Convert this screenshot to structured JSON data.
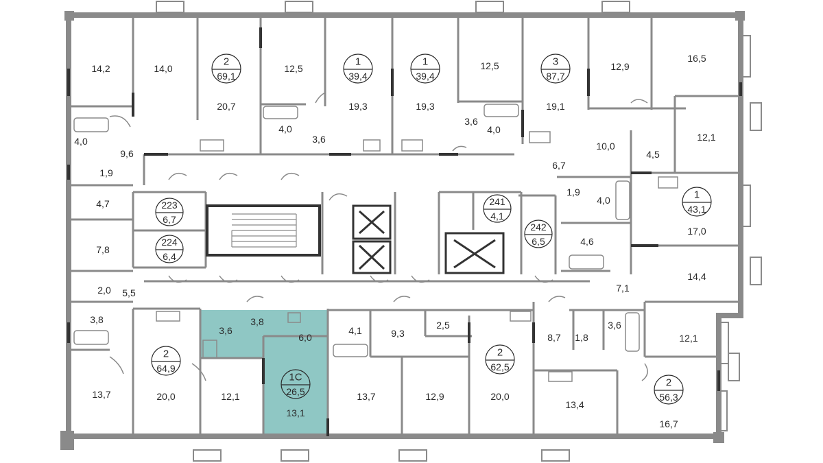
{
  "highlight_color": "#8fc7c4",
  "wall_color": "#8a8a8a",
  "apartments": [
    {
      "id": "apt-2-69",
      "rooms": "2",
      "area": "69,1"
    },
    {
      "id": "apt-1-39a",
      "rooms": "1",
      "area": "39,4"
    },
    {
      "id": "apt-1-39b",
      "rooms": "1",
      "area": "39,4"
    },
    {
      "id": "apt-3-87",
      "rooms": "3",
      "area": "87,7"
    },
    {
      "id": "apt-1-43",
      "rooms": "1",
      "area": "43,1"
    },
    {
      "id": "apt-2-64",
      "rooms": "2",
      "area": "64,9"
    },
    {
      "id": "apt-1c-26",
      "rooms": "1С",
      "area": "26,5"
    },
    {
      "id": "apt-2-62",
      "rooms": "2",
      "area": "62,5"
    },
    {
      "id": "apt-2-56",
      "rooms": "2",
      "area": "56,3"
    }
  ],
  "storage_units": [
    {
      "id": "st-223",
      "number": "223",
      "area": "6,7"
    },
    {
      "id": "st-224",
      "number": "224",
      "area": "6,4"
    },
    {
      "id": "st-241",
      "number": "241",
      "area": "4,1"
    },
    {
      "id": "st-242",
      "number": "242",
      "area": "6,5"
    }
  ],
  "room_areas": [
    "14,2",
    "14,0",
    "20,7",
    "12,5",
    "19,3",
    "19,3",
    "12,5",
    "19,1",
    "12,9",
    "16,5",
    "4,0",
    "1,9",
    "9,6",
    "4,0",
    "3,6",
    "3,6",
    "4,0",
    "10,0",
    "4,5",
    "12,1",
    "6,7",
    "1,9",
    "4,0",
    "17,0",
    "4,7",
    "7,8",
    "4,6",
    "14,4",
    "2,0",
    "5,5",
    "7,1",
    "3,8",
    "3,6",
    "3,8",
    "6,0",
    "4,1",
    "9,3",
    "2,5",
    "8,7",
    "1,8",
    "3,6",
    "12,1",
    "13,7",
    "20,0",
    "12,1",
    "13,1",
    "13,7",
    "12,9",
    "20,0",
    "13,4",
    "16,7"
  ]
}
